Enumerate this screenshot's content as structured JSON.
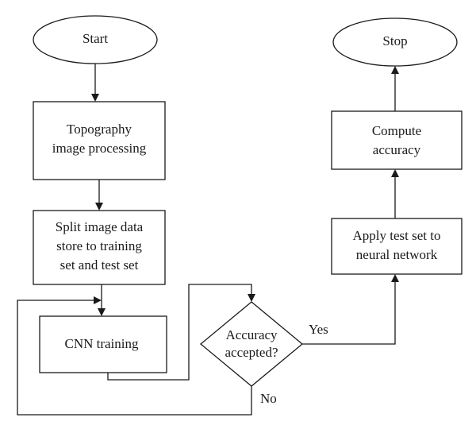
{
  "nodes": {
    "start": {
      "lines": [
        "Start"
      ]
    },
    "topography": {
      "lines": [
        "Topography",
        "image processing"
      ]
    },
    "split": {
      "lines": [
        "Split image data",
        "store to training",
        "set and test set"
      ]
    },
    "cnn": {
      "lines": [
        "CNN training"
      ]
    },
    "decision": {
      "lines": [
        "Accuracy",
        "accepted?"
      ]
    },
    "apply": {
      "lines": [
        "Apply test set to",
        "neural network"
      ]
    },
    "compute": {
      "lines": [
        "Compute",
        "accuracy"
      ]
    },
    "stop": {
      "lines": [
        "Stop"
      ]
    }
  },
  "edge_labels": {
    "yes": "Yes",
    "no": "No"
  }
}
